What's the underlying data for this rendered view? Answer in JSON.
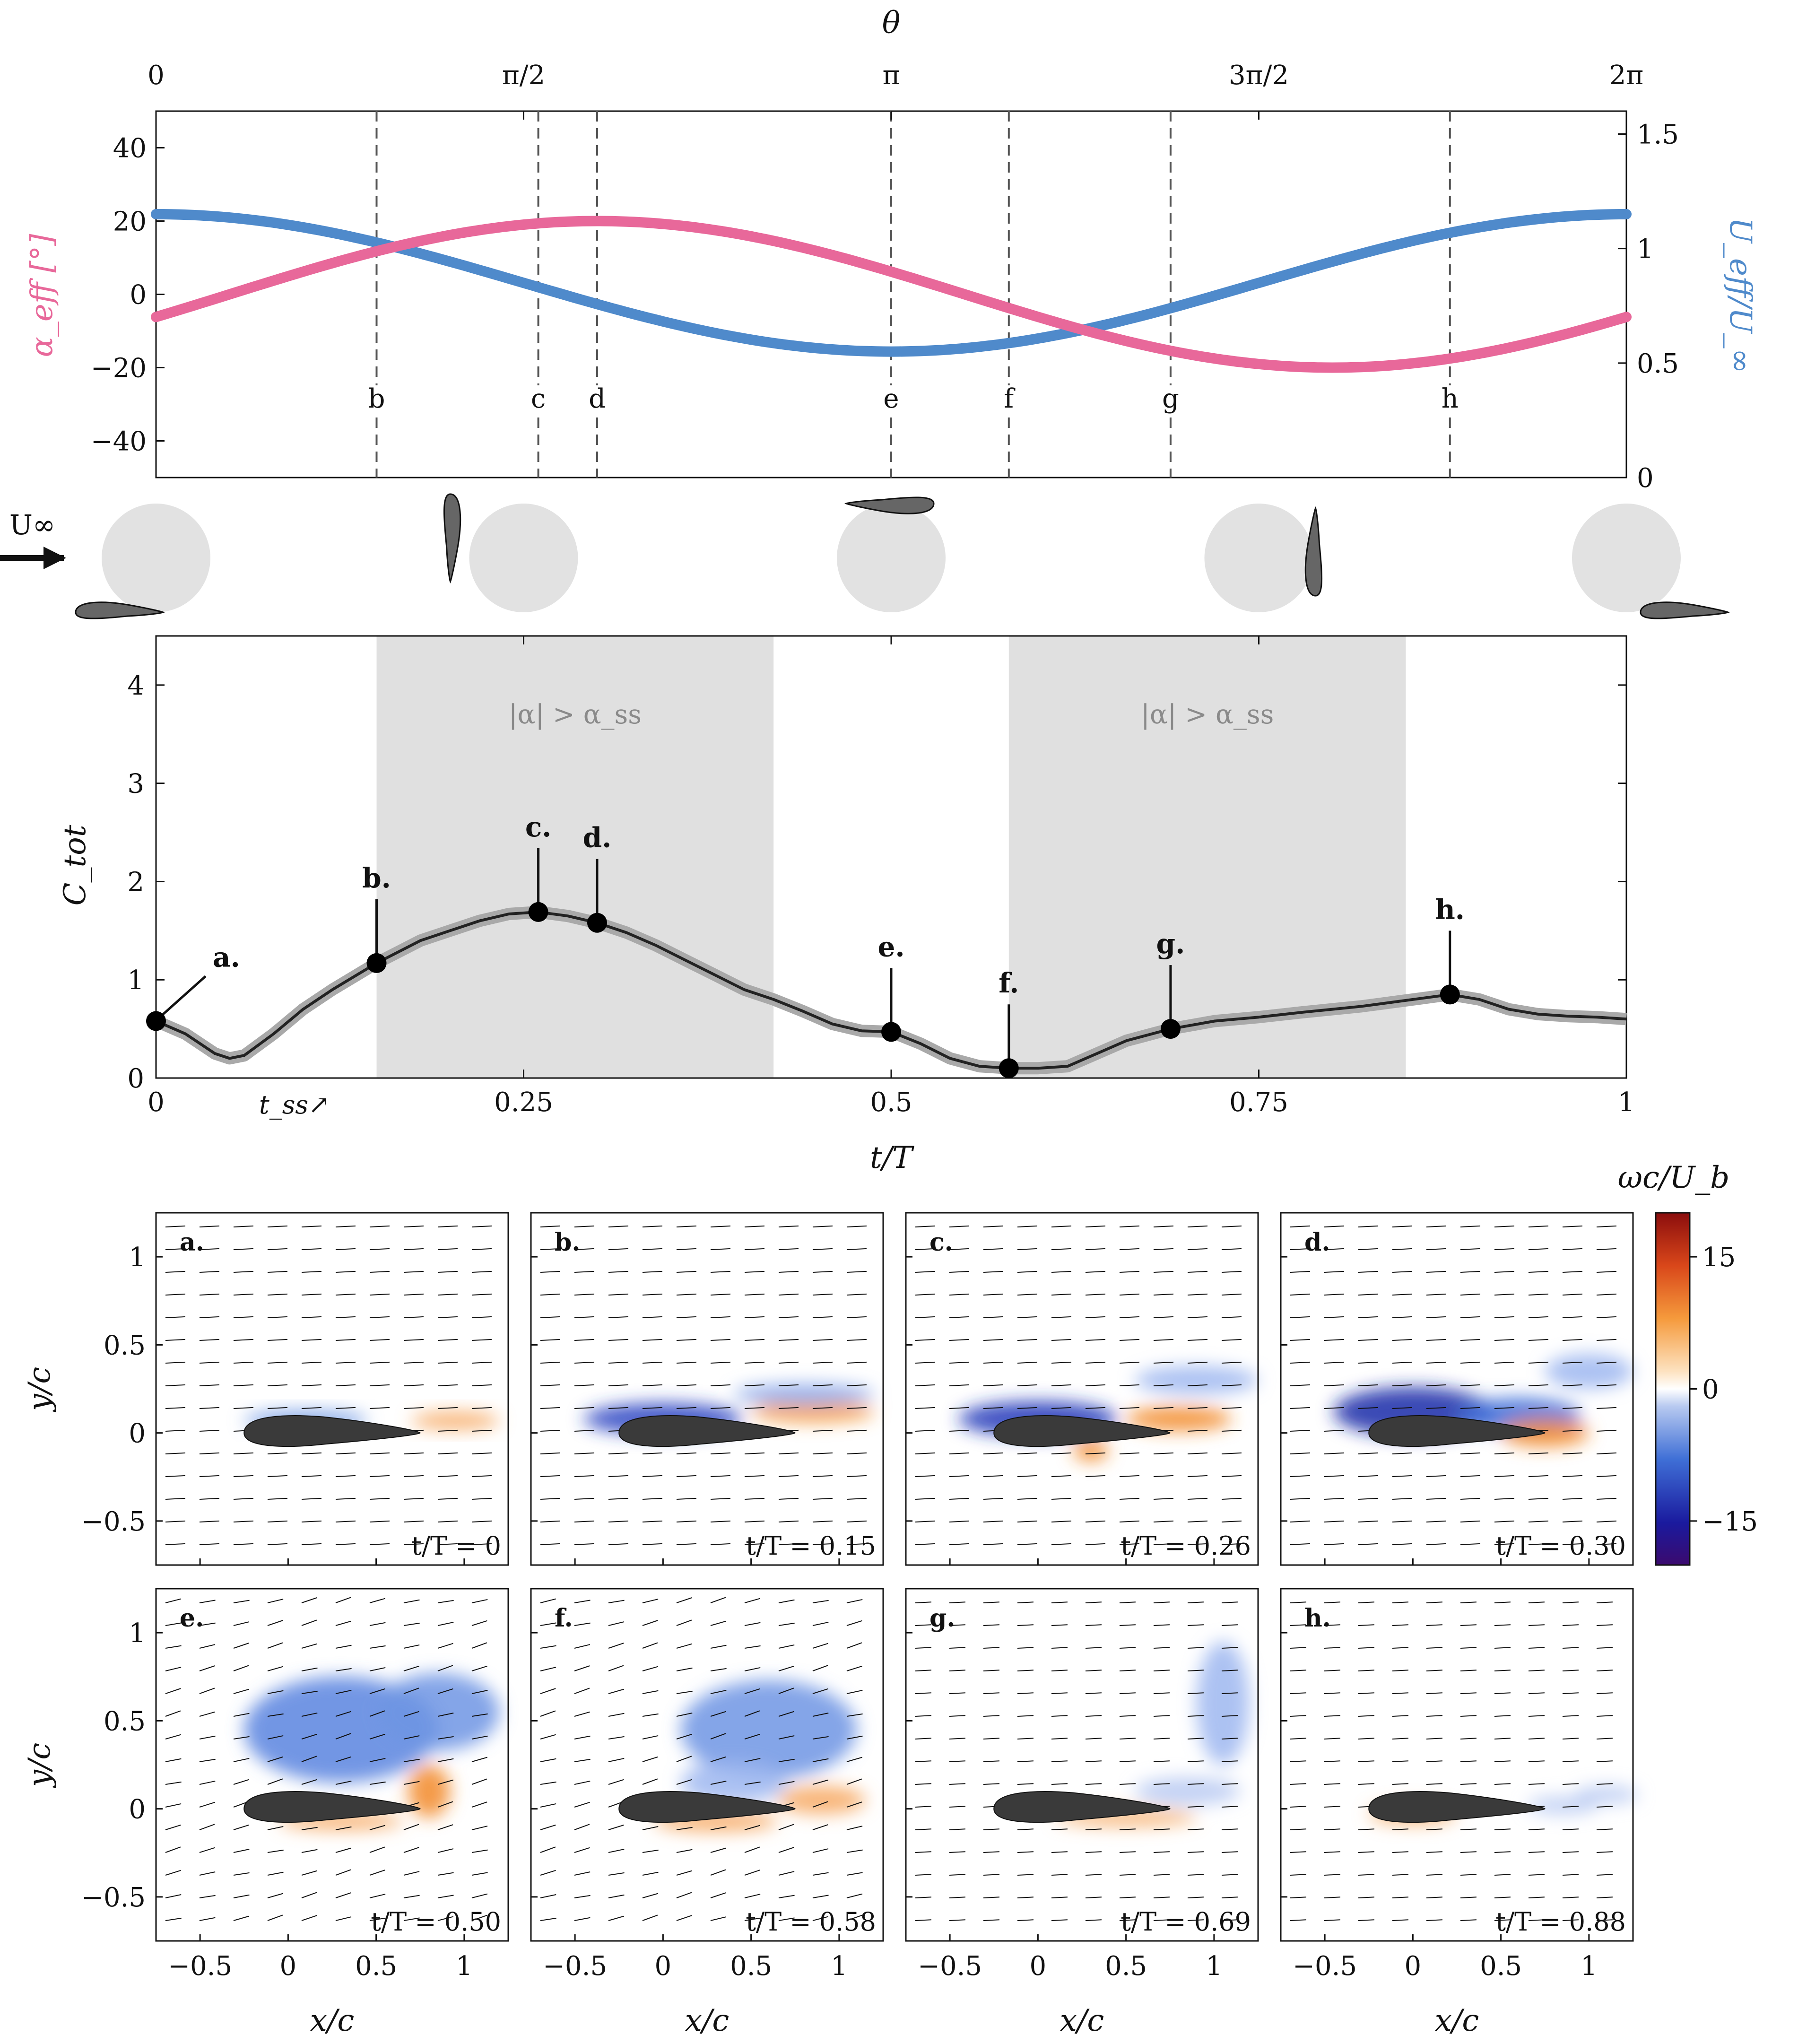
{
  "chart_data": [
    {
      "id": "kinematics",
      "type": "line",
      "top_axis": {
        "label": "θ",
        "ticks": [
          {
            "t": 0,
            "label": "0"
          },
          {
            "t": 0.25,
            "label": "π/2"
          },
          {
            "t": 0.5,
            "label": "π"
          },
          {
            "t": 0.75,
            "label": "3π/2"
          },
          {
            "t": 1,
            "label": "2π"
          }
        ]
      },
      "left_axis": {
        "label": "α_eff [°]",
        "ylim": [
          -50,
          50
        ],
        "ticks": [
          -40,
          -20,
          0,
          20,
          40
        ],
        "color": "#e8689a"
      },
      "right_axis": {
        "label": "U_eff/U_∞",
        "ylim": [
          0,
          1.6
        ],
        "ticks": [
          0,
          0.5,
          1,
          1.5
        ],
        "color": "#4f8acb"
      },
      "xlim": [
        0,
        1
      ],
      "series": [
        {
          "name": "α_eff",
          "axis": "left",
          "color": "#e8689a",
          "amplitude": 20,
          "phase_peak": 0.3
        },
        {
          "name": "U_eff/U_∞",
          "axis": "right",
          "color": "#4f8acb",
          "mean": 0.85,
          "amplitude": 0.3,
          "minimum_at": 0.5
        }
      ],
      "markers": [
        {
          "label": "b",
          "t": 0.15
        },
        {
          "label": "c",
          "t": 0.26
        },
        {
          "label": "d",
          "t": 0.3
        },
        {
          "label": "e",
          "t": 0.5
        },
        {
          "label": "f",
          "t": 0.58
        },
        {
          "label": "g",
          "t": 0.69
        },
        {
          "label": "h",
          "t": 0.88
        }
      ]
    },
    {
      "id": "schematic",
      "type": "diagram",
      "freestream_label": "U∞",
      "positions": [
        0,
        0.25,
        0.5,
        0.75,
        1
      ]
    },
    {
      "id": "force",
      "type": "line",
      "xlabel": "t/T",
      "ylabel": "C_tot",
      "xlim": [
        0,
        1
      ],
      "ylim": [
        0,
        4.5
      ],
      "xticks": [
        0,
        0.25,
        0.5,
        0.75,
        1
      ],
      "xtick_labels": [
        "0",
        "0.25",
        "0.5",
        "0.75",
        "1"
      ],
      "yticks": [
        0,
        1,
        2,
        3,
        4
      ],
      "annotation_tss": "t_ss↗",
      "shaded_regions": [
        {
          "from": 0.15,
          "to": 0.42,
          "label": "|α| > α_ss"
        },
        {
          "from": 0.58,
          "to": 0.85,
          "label": "|α| > α_ss"
        }
      ],
      "series": [
        {
          "x": [
            0,
            0.02,
            0.04,
            0.05,
            0.06,
            0.08,
            0.1,
            0.12,
            0.15,
            0.18,
            0.2,
            0.22,
            0.24,
            0.26,
            0.28,
            0.3,
            0.32,
            0.34,
            0.36,
            0.38,
            0.4,
            0.42,
            0.44,
            0.46,
            0.48,
            0.5,
            0.52,
            0.54,
            0.56,
            0.58,
            0.6,
            0.62,
            0.64,
            0.66,
            0.69,
            0.72,
            0.75,
            0.78,
            0.8,
            0.82,
            0.84,
            0.86,
            0.88,
            0.9,
            0.92,
            0.94,
            0.96,
            0.98,
            1.0
          ],
          "y": [
            0.58,
            0.45,
            0.25,
            0.2,
            0.23,
            0.45,
            0.7,
            0.9,
            1.17,
            1.4,
            1.5,
            1.6,
            1.67,
            1.69,
            1.65,
            1.58,
            1.48,
            1.35,
            1.2,
            1.05,
            0.9,
            0.8,
            0.68,
            0.55,
            0.48,
            0.47,
            0.35,
            0.2,
            0.12,
            0.1,
            0.1,
            0.12,
            0.25,
            0.38,
            0.5,
            0.58,
            0.62,
            0.67,
            0.7,
            0.73,
            0.77,
            0.81,
            0.85,
            0.8,
            0.7,
            0.65,
            0.63,
            0.62,
            0.6
          ]
        }
      ],
      "points": [
        {
          "label": "a.",
          "t": 0.0,
          "C": 0.58
        },
        {
          "label": "b.",
          "t": 0.15,
          "C": 1.17
        },
        {
          "label": "c.",
          "t": 0.26,
          "C": 1.69
        },
        {
          "label": "d.",
          "t": 0.3,
          "C": 1.58
        },
        {
          "label": "e.",
          "t": 0.5,
          "C": 0.47
        },
        {
          "label": "f.",
          "t": 0.58,
          "C": 0.1
        },
        {
          "label": "g.",
          "t": 0.69,
          "C": 0.5
        },
        {
          "label": "h.",
          "t": 0.88,
          "C": 0.85
        }
      ]
    },
    {
      "id": "vorticity-panels",
      "type": "heatmap",
      "xlabel": "x/c",
      "ylabel": "y/c",
      "xlim": [
        -0.75,
        1.25
      ],
      "ylim": [
        -0.75,
        1.25
      ],
      "xticks": [
        -0.5,
        0,
        0.5,
        1
      ],
      "xtick_labels": [
        "−0.5",
        "0",
        "0.5",
        "1"
      ],
      "yticks": [
        -0.5,
        0,
        0.5,
        1
      ],
      "ytick_labels": [
        "−0.5",
        "0",
        "0.5",
        "1"
      ],
      "colorbar": {
        "label": "ωc/U_b",
        "range": [
          -20,
          20
        ],
        "ticks": [
          -15,
          0,
          15
        ],
        "tick_labels": [
          "−15",
          "0",
          "15"
        ]
      },
      "panels": [
        {
          "label": "a.",
          "time": "t/T = 0"
        },
        {
          "label": "b.",
          "time": "t/T = 0.15"
        },
        {
          "label": "c.",
          "time": "t/T = 0.26"
        },
        {
          "label": "d.",
          "time": "t/T = 0.30"
        },
        {
          "label": "e.",
          "time": "t/T = 0.50"
        },
        {
          "label": "f.",
          "time": "t/T = 0.58"
        },
        {
          "label": "g.",
          "time": "t/T = 0.69"
        },
        {
          "label": "h.",
          "time": "t/T = 0.88"
        }
      ]
    }
  ]
}
